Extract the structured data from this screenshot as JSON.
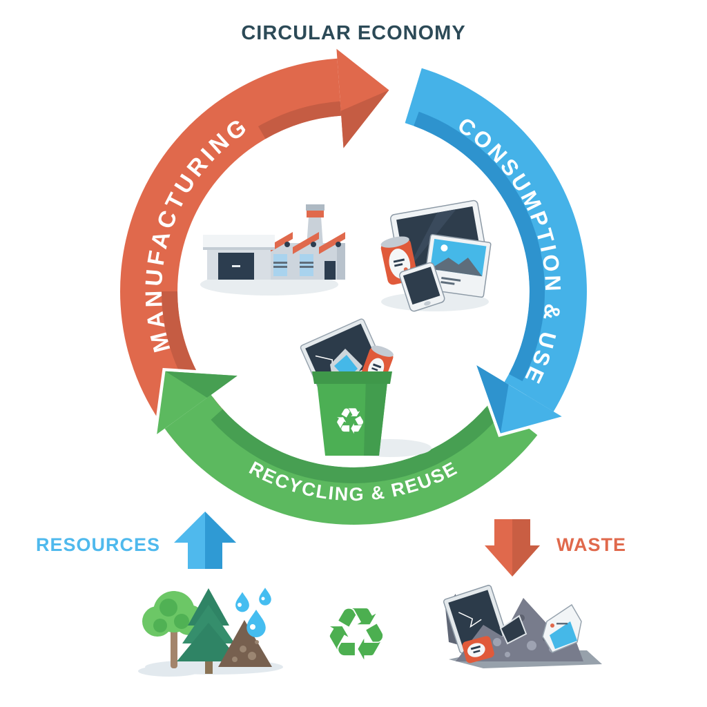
{
  "title": "CIRCULAR ECONOMY",
  "title_color": "#2C4A57",
  "background": "#FFFFFF",
  "cycle": {
    "direction": "clockwise",
    "segments": [
      {
        "id": "manufacturing",
        "label": "MANUFACTURING",
        "color": "#E0694C",
        "shade_color": "#C55C43",
        "icon": "factory-icon"
      },
      {
        "id": "consumption-and-use",
        "label": "CONSUMPTION & USE",
        "color": "#45B2E8",
        "shade_color": "#2E93CE",
        "icon": "electronics-icon"
      },
      {
        "id": "recycling-and-reuse",
        "label": "RECYCLING & REUSE",
        "color": "#5CB95F",
        "shade_color": "#479F52",
        "icon": "recycle-bin-icon"
      }
    ]
  },
  "flows": {
    "input": {
      "label": "RESOURCES",
      "color": "#4FB9ED",
      "arrow_direction": "up",
      "arrow_light": "#4FB9ED",
      "arrow_dark": "#2F9AD4",
      "icon": "natural-resources-icon"
    },
    "output": {
      "label": "WASTE",
      "color": "#E0694C",
      "arrow_direction": "down",
      "arrow_light": "#E0694C",
      "arrow_dark": "#C95E43",
      "icon": "waste-pile-icon"
    }
  },
  "footer": {
    "icon": "recycling-symbol-icon",
    "symbol": "♻",
    "color": "#4CAF50"
  },
  "bin_symbol": "♻"
}
